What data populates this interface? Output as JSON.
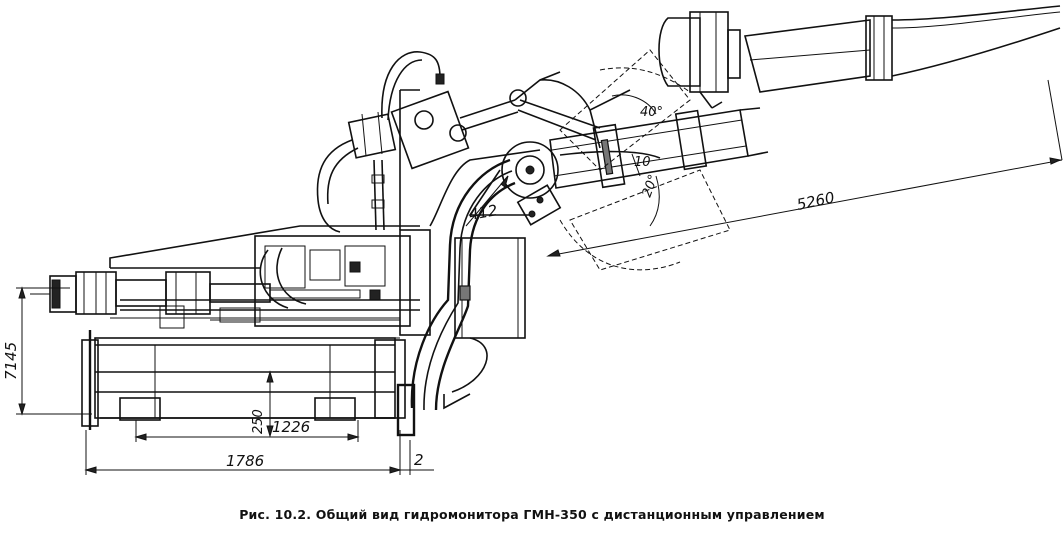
{
  "dimensions": {
    "d7145": "7145",
    "d250": "250",
    "d1226": "1226",
    "d1786": "1786",
    "d2": "2",
    "d412": "412",
    "d5260": "5260",
    "a40": "40°",
    "a10": "10",
    "a20": "20°"
  },
  "caption": "Рис. 10.2. Общий вид гидромонитора ГМН-350 с дистанционным управлением"
}
